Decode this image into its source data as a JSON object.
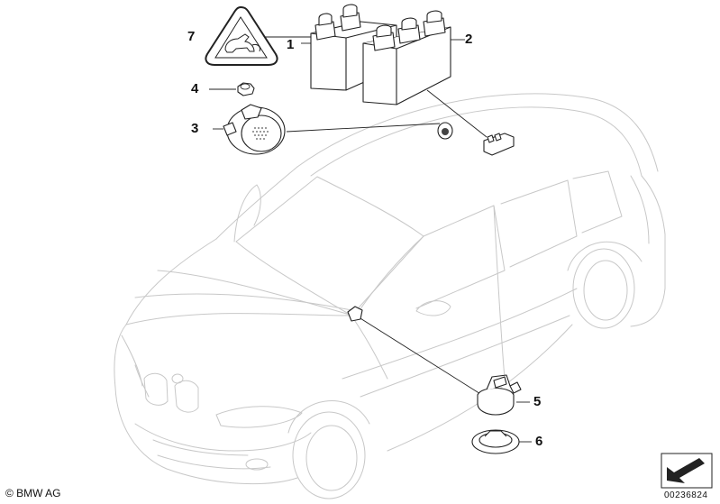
{
  "callouts": [
    {
      "id": "1",
      "label": "1"
    },
    {
      "id": "2",
      "label": "2"
    },
    {
      "id": "3",
      "label": "3"
    },
    {
      "id": "4",
      "label": "4"
    },
    {
      "id": "5",
      "label": "5"
    },
    {
      "id": "6",
      "label": "6"
    },
    {
      "id": "7",
      "label": "7"
    }
  ],
  "copyright": "© BMW AG",
  "image_id": "00236824",
  "colors": {
    "line": "#222222",
    "car_outline": "#c8c8c8",
    "background": "#ffffff"
  }
}
